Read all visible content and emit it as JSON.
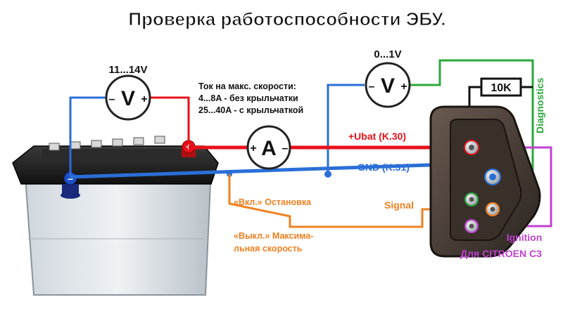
{
  "title": "Проверка работоспособности ЭБУ.",
  "voltmeter_battery": {
    "range": "11...14V",
    "symbol": "V",
    "minus": "–",
    "plus": "+"
  },
  "voltmeter_signal": {
    "range": "0...1V",
    "symbol": "V",
    "minus": "–",
    "plus": "+"
  },
  "ammeter": {
    "symbol": "A",
    "minus": "–",
    "plus": "+"
  },
  "current_note": {
    "line1": "Ток на макс. скорости:",
    "line2": "4...8A - без крыльчатки",
    "line3": "25...40A - с крыльчаткой"
  },
  "resistor": {
    "label": "10K"
  },
  "wires": {
    "ubat": "+Ubat (K.30)",
    "gnd": "GND (K.31)",
    "signal": "Signal",
    "ignition": "Ignition",
    "diagnostics": "Diagnostics"
  },
  "switch_labels": {
    "on": "«Вкл.» Остановка",
    "off_line1": "«Выкл.» Максима-",
    "off_line2": "льная скорость"
  },
  "vehicle_note": "Для CITROEN C3",
  "battery": {
    "plus": "+",
    "minus": "–"
  },
  "colors": {
    "positive": "#e8101a",
    "ground": "#2a6fd8",
    "signal": "#f08020",
    "ignition": "#c040d0",
    "diagnostics": "#2aa83a"
  }
}
